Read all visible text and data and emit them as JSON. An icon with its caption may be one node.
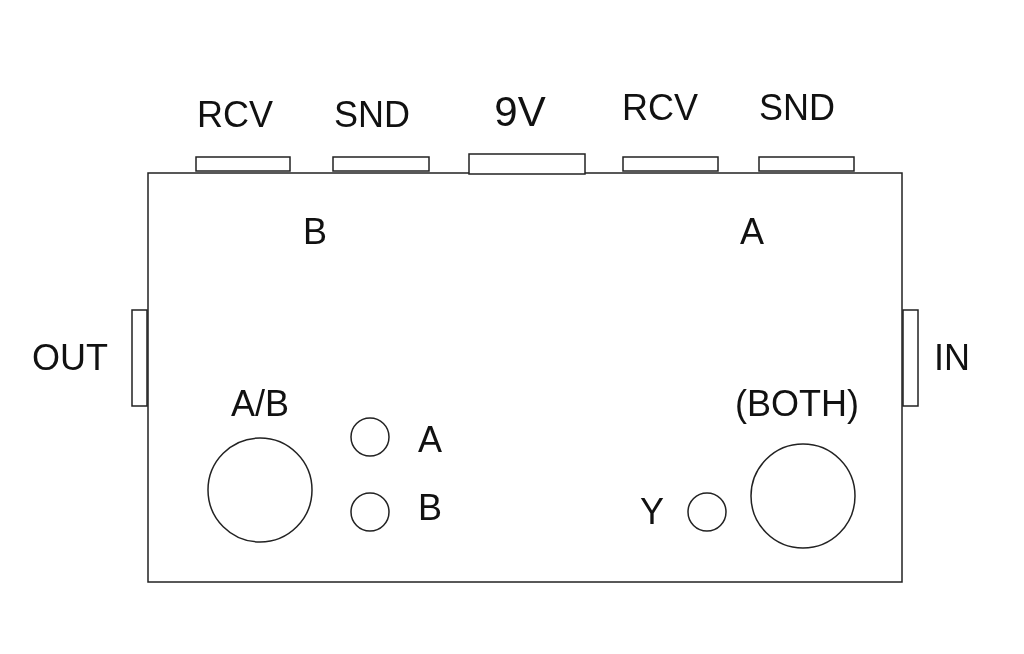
{
  "diagram": {
    "labels": [
      "RCV",
      "SND",
      "9V",
      "RCV",
      "SND",
      "B",
      "A",
      "OUT",
      "IN",
      "A/B",
      "(BOTH)",
      "A",
      "B",
      "Y"
    ]
  }
}
